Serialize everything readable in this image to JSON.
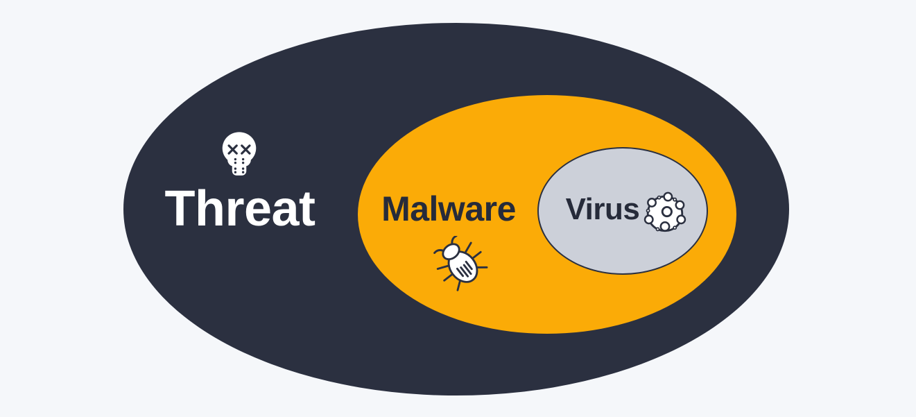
{
  "diagram": {
    "type": "nested-euler",
    "background": "#f5f7fa",
    "sets": [
      {
        "label": "Threat",
        "icon": "skull-icon",
        "fill": "#2b3040",
        "text_color": "#ffffff"
      },
      {
        "label": "Malware",
        "icon": "bug-icon",
        "fill": "#fbab07",
        "text_color": "#262b3a"
      },
      {
        "label": "Virus",
        "icon": "virus-icon",
        "fill": "#ccd0d9",
        "text_color": "#262b3a",
        "border_color": "#2b3040"
      }
    ]
  }
}
